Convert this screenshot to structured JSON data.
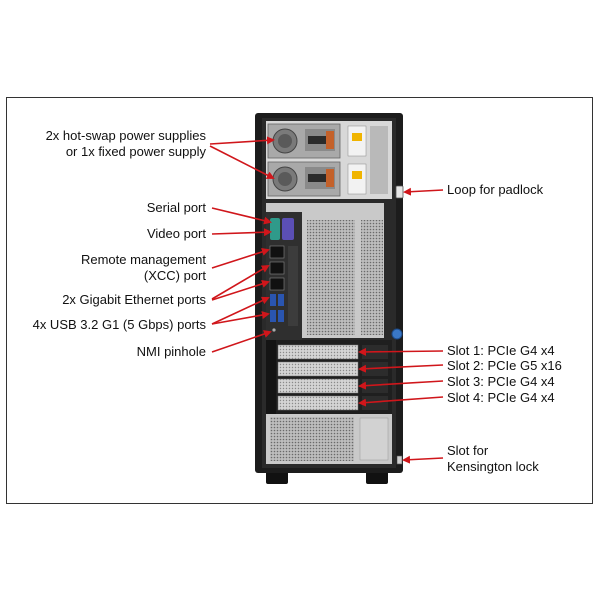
{
  "labels": {
    "power_line1": "2x hot-swap power supplies",
    "power_line2": "or 1x fixed power supply",
    "serial": "Serial port",
    "video": "Video port",
    "remote_line1": "Remote management",
    "remote_line2": "(XCC) port",
    "ethernet": "2x Gigabit Ethernet ports",
    "usb": "4x USB 3.2 G1 (5 Gbps) ports",
    "nmi": "NMI pinhole",
    "padlock": "Loop for padlock",
    "slot1": "Slot 1: PCIe G4 x4",
    "slot2": "Slot 2: PCIe G5 x16",
    "slot3": "Slot 3: PCIe G4 x4",
    "slot4": "Slot 4: PCIe G4 x4",
    "kensington_line1": "Slot for",
    "kensington_line2": "Kensington lock"
  },
  "colors": {
    "callout": "#d0161b",
    "chassis": "#1c1c1c",
    "panel": "#c9c9c9",
    "serial_port": "#2f9a8a",
    "video_port": "#5b4fb5"
  }
}
